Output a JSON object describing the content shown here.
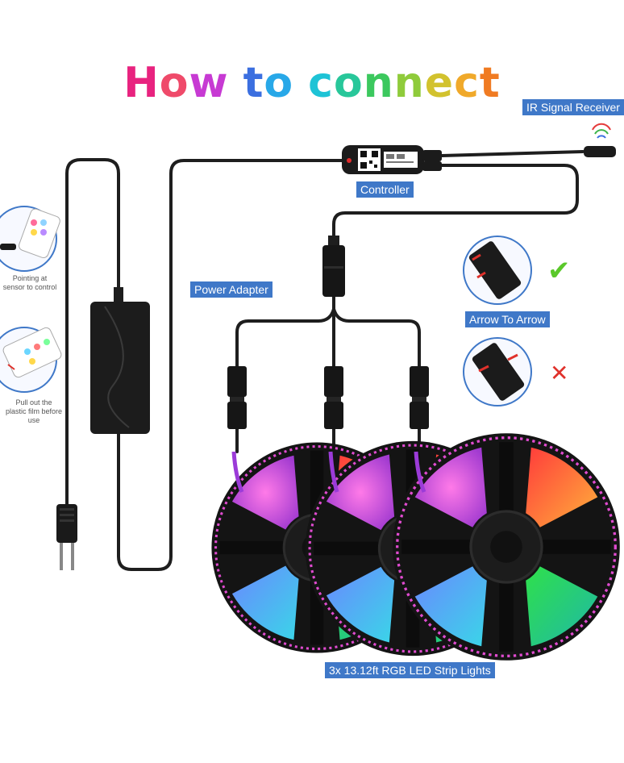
{
  "title": {
    "letters": [
      {
        "ch": "H",
        "color": "#e8237f"
      },
      {
        "ch": "o",
        "color": "#ef4a6a"
      },
      {
        "ch": "w",
        "color": "#c73ad3"
      },
      {
        "ch": " ",
        "color": "#ffffff"
      },
      {
        "ch": "t",
        "color": "#3b6fe0"
      },
      {
        "ch": "o",
        "color": "#28a8e8"
      },
      {
        "ch": " ",
        "color": "#ffffff"
      },
      {
        "ch": "c",
        "color": "#1ec3d6"
      },
      {
        "ch": "o",
        "color": "#28c79a"
      },
      {
        "ch": "n",
        "color": "#3cc85e"
      },
      {
        "ch": "n",
        "color": "#8fcb3b"
      },
      {
        "ch": "e",
        "color": "#d2c22e"
      },
      {
        "ch": "c",
        "color": "#f0a92a"
      },
      {
        "ch": "t",
        "color": "#f07b22"
      }
    ]
  },
  "labels": {
    "ir_receiver": "IR Signal Receiver",
    "controller": "Controller",
    "power_adapter": "Power Adapter",
    "arrow_to_arrow": "Arrow To Arrow",
    "strips": "3x 13.12ft RGB LED Strip Lights"
  },
  "notes": {
    "pointing_1": "Pointing at",
    "pointing_2": "sensor to control",
    "pull_1": "Pull out the",
    "pull_2": "plastic film before use"
  },
  "marks": {
    "check": "✔",
    "cross": "✕"
  },
  "colors": {
    "label_bg": "#3f78c8",
    "cable": "#1e1e1e",
    "check": "#5ac82a",
    "cross": "#e0312b"
  }
}
